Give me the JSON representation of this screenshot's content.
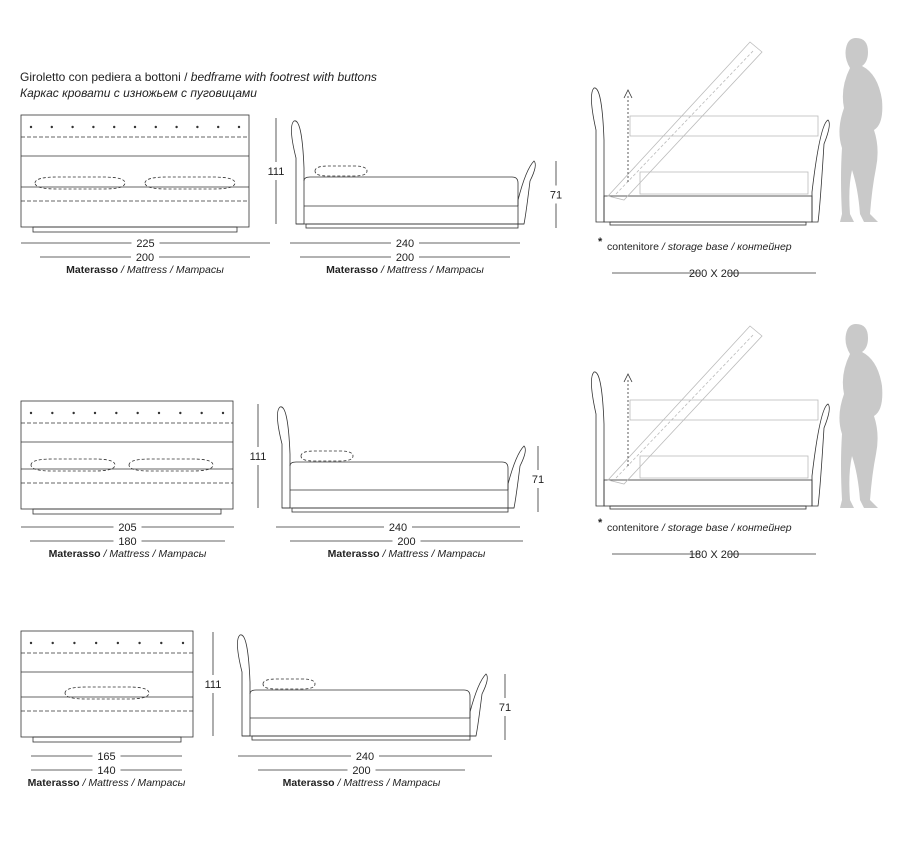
{
  "title": {
    "it": "Giroletto con pediera a bottoni",
    "sep": " / ",
    "en": "bedframe with footrest with buttons",
    "ru": "Каркас кровати с изножьем с пуговицами"
  },
  "colors": {
    "line": "#333333",
    "light": "#bbbbbb",
    "silhouette": "#c9c9c9"
  },
  "mattress_label": {
    "bold": "Materasso",
    "rest": " / Mattress / Матрасы"
  },
  "storage_label": {
    "star": "*",
    "it": "contenitore",
    "rest": " / storage base / контейнер"
  },
  "rows": [
    {
      "top_width": "225",
      "top_mattress": "200",
      "side_height": "111",
      "side_length": "240",
      "side_mattress": "200",
      "side_foot": "71",
      "storage_size": "200 X 200"
    },
    {
      "top_width": "205",
      "top_mattress": "180",
      "side_height": "111",
      "side_length": "240",
      "side_mattress": "200",
      "side_foot": "71",
      "storage_size": "180 X 200"
    },
    {
      "top_width": "165",
      "top_mattress": "140",
      "side_height": "111",
      "side_length": "240",
      "side_mattress": "200",
      "side_foot": "71"
    }
  ]
}
